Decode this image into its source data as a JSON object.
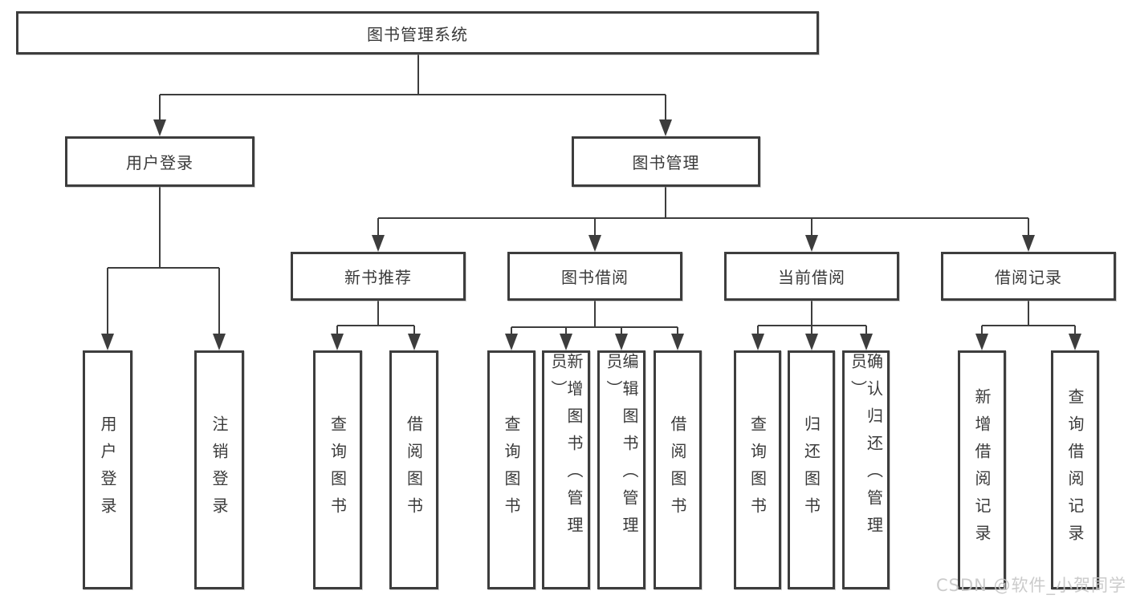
{
  "diagram_title": "图书管理系统",
  "nodes": {
    "root": {
      "id": "library-management-system",
      "label": "图书管理系统"
    },
    "level2": [
      {
        "id": "user-login",
        "label": "用户登录",
        "parent": "library-management-system"
      },
      {
        "id": "book-management",
        "label": "图书管理",
        "parent": "library-management-system"
      }
    ],
    "level3": [
      {
        "id": "new-book-recommendation",
        "label": "新书推荐",
        "parent": "book-management"
      },
      {
        "id": "book-borrowing",
        "label": "图书借阅",
        "parent": "book-management"
      },
      {
        "id": "current-borrowing",
        "label": "当前借阅",
        "parent": "book-management"
      },
      {
        "id": "borrowing-records",
        "label": "借阅记录",
        "parent": "book-management"
      }
    ],
    "leaves": [
      {
        "label": "用户登录",
        "parent": "user-login"
      },
      {
        "label": "注销登录",
        "parent": "user-login"
      },
      {
        "label": "查询图书",
        "parent": "new-book-recommendation"
      },
      {
        "label": "借阅图书",
        "parent": "new-book-recommendation"
      },
      {
        "label": "查询图书",
        "parent": "book-borrowing"
      },
      {
        "label": "新增图书（管理员）",
        "parent": "book-borrowing"
      },
      {
        "label": "编辑图书（管理员）",
        "parent": "book-borrowing"
      },
      {
        "label": "借阅图书",
        "parent": "book-borrowing"
      },
      {
        "label": "查询图书",
        "parent": "current-borrowing"
      },
      {
        "label": "归还图书",
        "parent": "current-borrowing"
      },
      {
        "label": "确认归还（管理员）",
        "parent": "current-borrowing"
      },
      {
        "label": "新增借阅记录",
        "parent": "borrowing-records"
      },
      {
        "label": "查询借阅记录",
        "parent": "borrowing-records"
      }
    ]
  },
  "watermark": {
    "text": "CSDN @软件_小贺同学"
  },
  "colors": {
    "line": "#3d3d3d",
    "box_border": "#3d3d3d",
    "box_fill": "#ffffff",
    "text": "#3a3a3a",
    "background": "#ffffff",
    "watermark": "#c7c7c7"
  }
}
